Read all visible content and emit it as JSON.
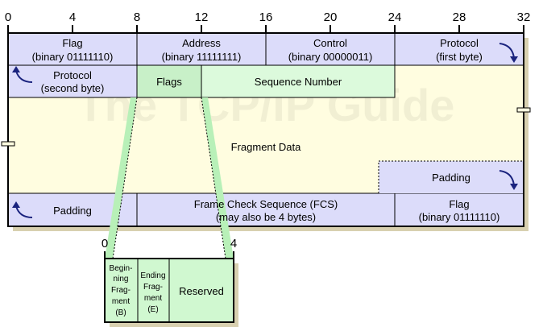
{
  "ruler": [
    "0",
    "4",
    "8",
    "12",
    "16",
    "20",
    "24",
    "28",
    "32"
  ],
  "row1": {
    "flag": [
      "Flag",
      "(binary 01111110)"
    ],
    "address": [
      "Address",
      "(binary 11111111)"
    ],
    "control": [
      "Control",
      "(binary 00000011)"
    ],
    "protocol": [
      "Protocol",
      "(first byte)"
    ]
  },
  "row2": {
    "protocol": [
      "Protocol",
      "(second byte)"
    ],
    "flags": "Flags",
    "sequence": "Sequence Number"
  },
  "fragment": "Fragment Data",
  "padding": "Padding",
  "row_last": {
    "padding": "Padding",
    "fcs": [
      "Frame Check Sequence (FCS)",
      "(may also be 4 bytes)"
    ],
    "flag": [
      "Flag",
      "(binary 01111110)"
    ]
  },
  "watermark": "The TCP/IP Guide",
  "flags_detail": {
    "ruler": [
      "0",
      "4"
    ],
    "begin": [
      "Begin-",
      "ning",
      "Frag-",
      "ment",
      "(B)"
    ],
    "end": [
      "Ending",
      "Frag-",
      "ment",
      "(E)"
    ],
    "reserved": "Reserved"
  }
}
